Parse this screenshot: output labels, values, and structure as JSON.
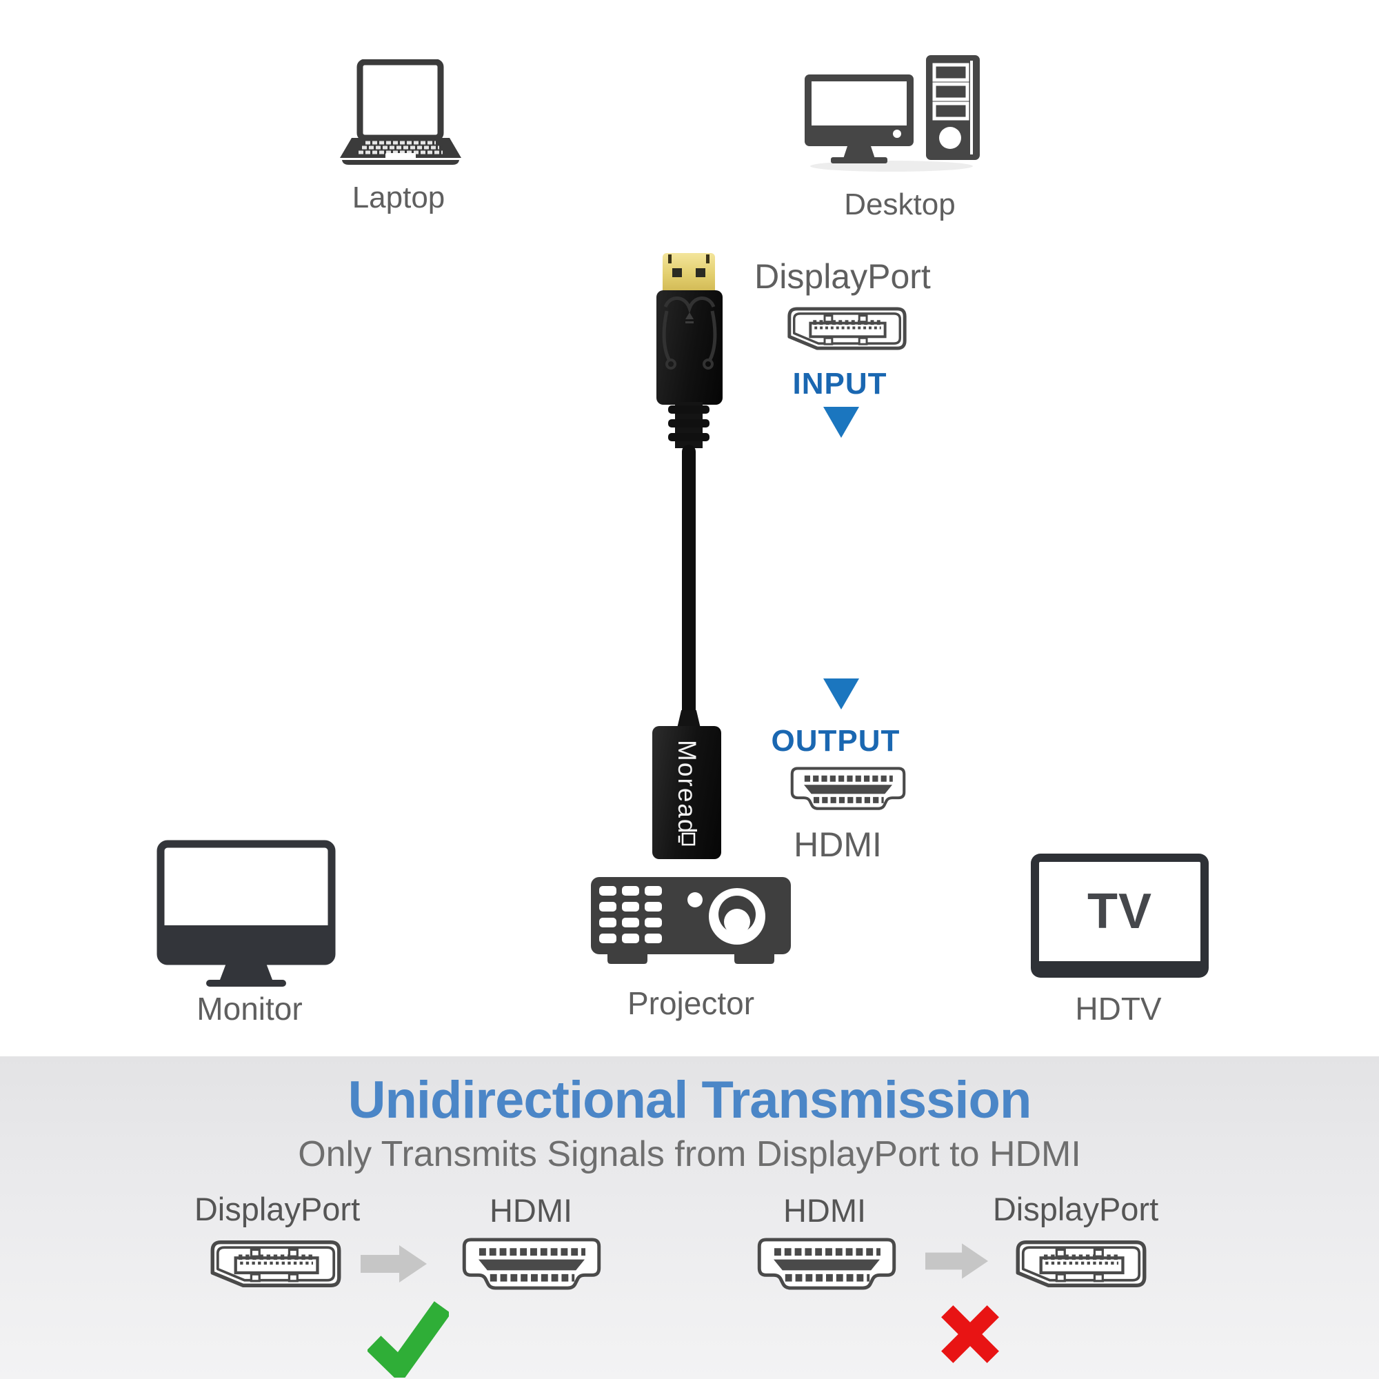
{
  "page": {
    "background": "#ffffff",
    "band_background": "#e8e8ea"
  },
  "colors": {
    "icon_dark": "#3f3f3f",
    "port_outline": "#4a4a4a",
    "label_gray": "#5f5f5f",
    "direction_blue": "#1a67b1",
    "triangle_blue": "#1b76bf",
    "heading_blue": "#4b86c7",
    "subtitle_gray": "#6e6e6e",
    "arrow_gray": "#c6c6c6",
    "success_green": "#2fae37",
    "error_red": "#e81414",
    "connector_gold": "#e9d678"
  },
  "top_devices": {
    "laptop_label": "Laptop",
    "desktop_label": "Desktop"
  },
  "adapter": {
    "brand_label": "Moread",
    "input_port_label": "DisplayPort",
    "input_direction_label": "INPUT",
    "output_direction_label": "OUTPUT",
    "output_port_label": "HDMI"
  },
  "output_devices": {
    "monitor_label": "Monitor",
    "projector_label": "Projector",
    "tv_screen_label": "TV",
    "hdtv_label": "HDTV"
  },
  "banner": {
    "title": "Unidirectional Transmission",
    "subtitle": "Only Transmits Signals from DisplayPort to HDMI",
    "allowed_from_label": "DisplayPort",
    "allowed_to_label": "HDMI",
    "allowed_result": "check-icon",
    "blocked_from_label": "HDMI",
    "blocked_to_label": "DisplayPort",
    "blocked_result": "cross-icon"
  }
}
